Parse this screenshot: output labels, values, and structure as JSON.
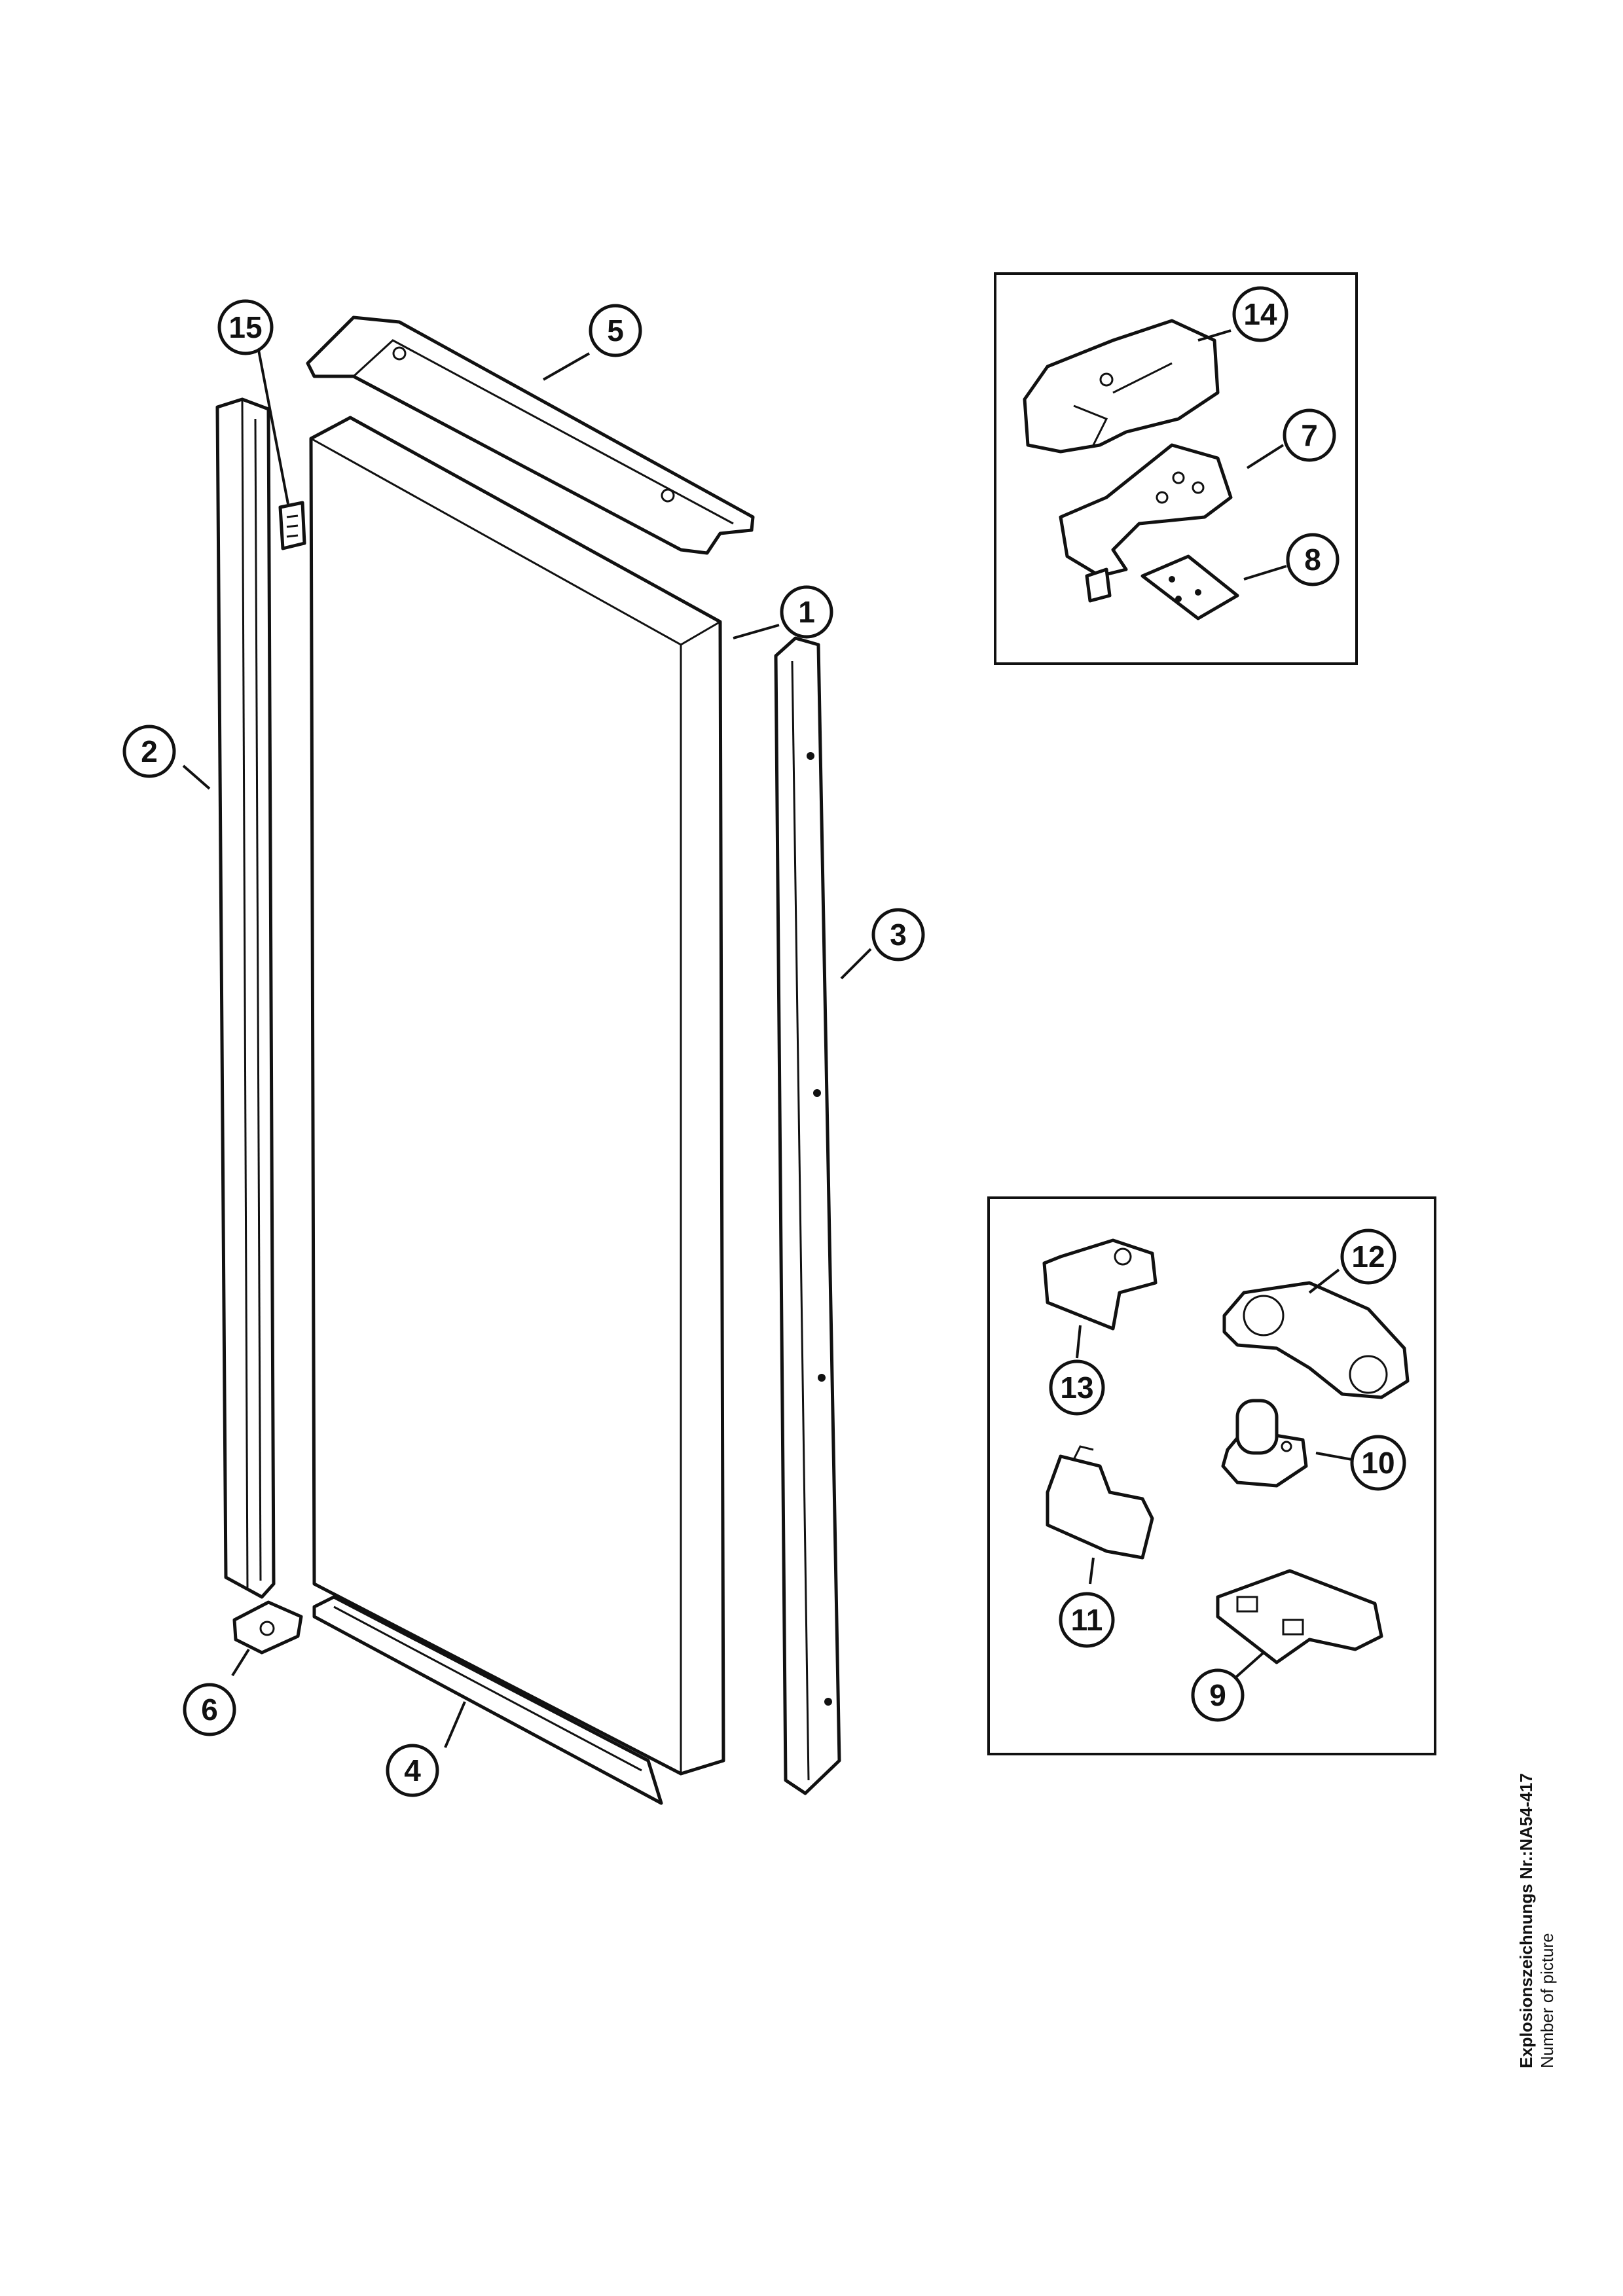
{
  "callouts": [
    {
      "id": "p1",
      "label": "1"
    },
    {
      "id": "p2",
      "label": "2"
    },
    {
      "id": "p3",
      "label": "3"
    },
    {
      "id": "p4",
      "label": "4"
    },
    {
      "id": "p5",
      "label": "5"
    },
    {
      "id": "p6",
      "label": "6"
    },
    {
      "id": "p7",
      "label": "7"
    },
    {
      "id": "p8",
      "label": "8"
    },
    {
      "id": "p9",
      "label": "9"
    },
    {
      "id": "p10",
      "label": "10"
    },
    {
      "id": "p11",
      "label": "11"
    },
    {
      "id": "p12",
      "label": "12"
    },
    {
      "id": "p13",
      "label": "13"
    },
    {
      "id": "p14",
      "label": "14"
    },
    {
      "id": "p15",
      "label": "15"
    }
  ],
  "caption": {
    "line1": "Explosionszeichnungs Nr.:NA54-417",
    "line2": "Number of picture"
  }
}
